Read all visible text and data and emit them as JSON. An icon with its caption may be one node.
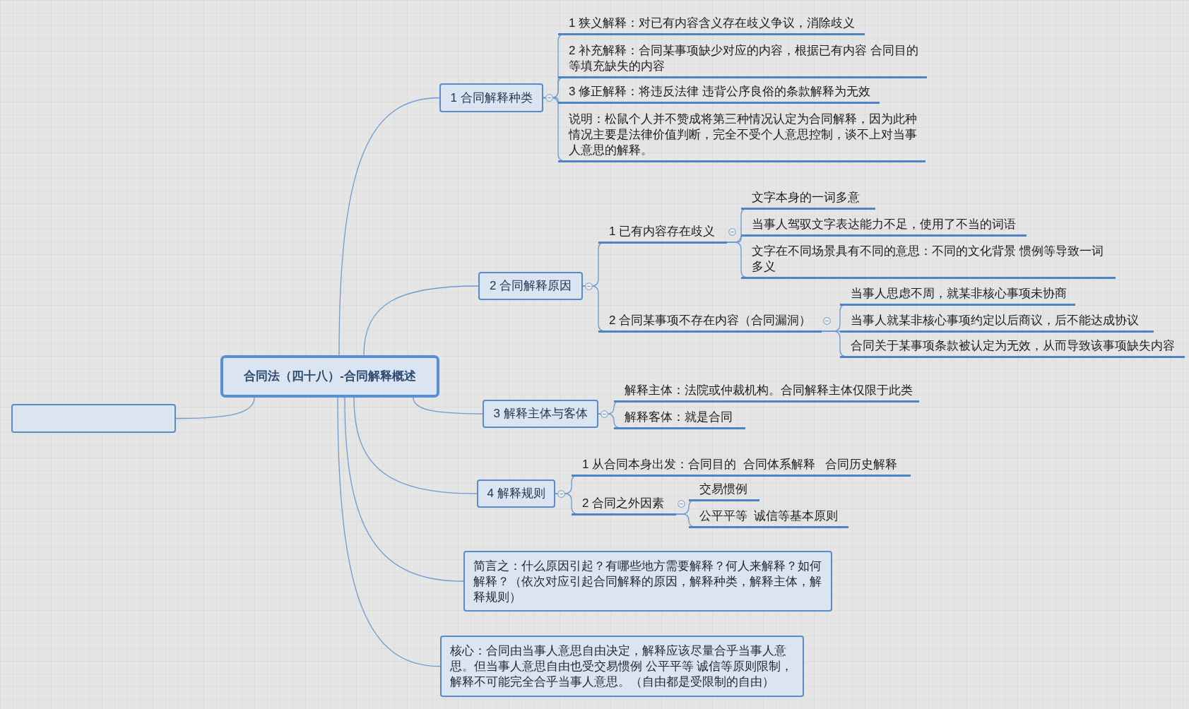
{
  "diagram": {
    "nodes": [
      {
        "text": [
          "合同法（四十八）-合同解释概述"
        ]
      },
      {
        "text": [
          "1 合同解释种类"
        ]
      },
      {
        "text": [
          "1 狭义解释：对已有内容含义存在歧义争议，消除歧义"
        ]
      },
      {
        "text": [
          "2 补充解释：合同某事项缺少对应的内容，根据已有内容 合同目的等填充缺失的内容"
        ]
      },
      {
        "text": [
          "3 修正解释：将违反法律 违背公序良俗的条款解释为无效"
        ]
      },
      {
        "text": [
          "说明：松鼠个人并不赞成将第三种情况认定为合同解释，因为此种情况主要是法律价值判断，完全不受个人意思控制，谈不上对当事人意思的解释。"
        ]
      },
      {
        "text": [
          "2 合同解释原因"
        ]
      },
      {
        "text": [
          "1 已有内容存在歧义"
        ]
      },
      {
        "text": [
          "文字本身的一词多意"
        ]
      },
      {
        "text": [
          "当事人驾驭文字表达能力不足，使用了不当的词语"
        ]
      },
      {
        "text": [
          "文字在不同场景具有不同的意思：不同的文化背景 惯例等导致一词多义"
        ]
      },
      {
        "text": [
          "2 合同某事项不存在内容（合同漏洞）"
        ]
      },
      {
        "text": [
          "当事人思虑不周，就某非核心事项未协商"
        ]
      },
      {
        "text": [
          "当事人就某非核心事项约定以后商议，后不能达成协议"
        ]
      },
      {
        "text": [
          "合同关于某事项条款被认定为无效，从而导致该事项缺失内容"
        ]
      },
      {
        "text": [
          "3 解释主体与客体"
        ]
      },
      {
        "text": [
          "解释主体：法院或仲裁机构。合同解释主体仅限于此类"
        ]
      },
      {
        "text": [
          "解释客体：就是合同"
        ]
      },
      {
        "text": [
          "4 解释规则"
        ]
      },
      {
        "text": [
          "1 从合同本身出发：合同目的  合同体系解释   合同历史解释"
        ]
      },
      {
        "text": [
          "2 合同之外因素"
        ]
      },
      {
        "text": [
          "交易惯例"
        ]
      },
      {
        "text": [
          "公平平等  诚信等基本原则"
        ]
      },
      {
        "text": [
          "简言之：什么原因引起？有哪些地方需要解释？何人来解释？如何解释？（依次对应引起合同解释的原因，解释种类，解释主体，解释规则）"
        ]
      },
      {
        "text": [
          "核心：合同由当事人意思自由决定，解释应该尽量合乎当事人意思。但当事人意思自由也受交易惯例 公平平等 诚信等原则限制，解释不可能完全合乎当事人意思。（自由都是受限制的自由）"
        ]
      },
      {
        "text": [],
        "shape": "box"
      }
    ],
    "edges": [
      {
        "from": 0,
        "to": 1,
        "arrow": "none"
      },
      {
        "from": 1,
        "to": 2,
        "arrow": "none"
      },
      {
        "from": 1,
        "to": 3,
        "arrow": "none"
      },
      {
        "from": 1,
        "to": 4,
        "arrow": "none"
      },
      {
        "from": 1,
        "to": 5,
        "arrow": "none"
      },
      {
        "from": 0,
        "to": 6,
        "arrow": "none"
      },
      {
        "from": 6,
        "to": 7,
        "arrow": "none"
      },
      {
        "from": 7,
        "to": 8,
        "arrow": "none"
      },
      {
        "from": 7,
        "to": 9,
        "arrow": "none"
      },
      {
        "from": 7,
        "to": 10,
        "arrow": "none"
      },
      {
        "from": 6,
        "to": 11,
        "arrow": "none"
      },
      {
        "from": 11,
        "to": 12,
        "arrow": "none"
      },
      {
        "from": 11,
        "to": 13,
        "arrow": "none"
      },
      {
        "from": 11,
        "to": 14,
        "arrow": "none"
      },
      {
        "from": 0,
        "to": 15,
        "arrow": "none"
      },
      {
        "from": 15,
        "to": 16,
        "arrow": "none"
      },
      {
        "from": 15,
        "to": 17,
        "arrow": "none"
      },
      {
        "from": 0,
        "to": 18,
        "arrow": "none"
      },
      {
        "from": 18,
        "to": 19,
        "arrow": "none"
      },
      {
        "from": 18,
        "to": 20,
        "arrow": "none"
      },
      {
        "from": 20,
        "to": 21,
        "arrow": "none"
      },
      {
        "from": 20,
        "to": 22,
        "arrow": "none"
      },
      {
        "from": 0,
        "to": 23,
        "arrow": "none"
      },
      {
        "from": 0,
        "to": 24,
        "arrow": "none"
      },
      {
        "from": 0,
        "to": 25,
        "arrow": "none"
      }
    ]
  }
}
